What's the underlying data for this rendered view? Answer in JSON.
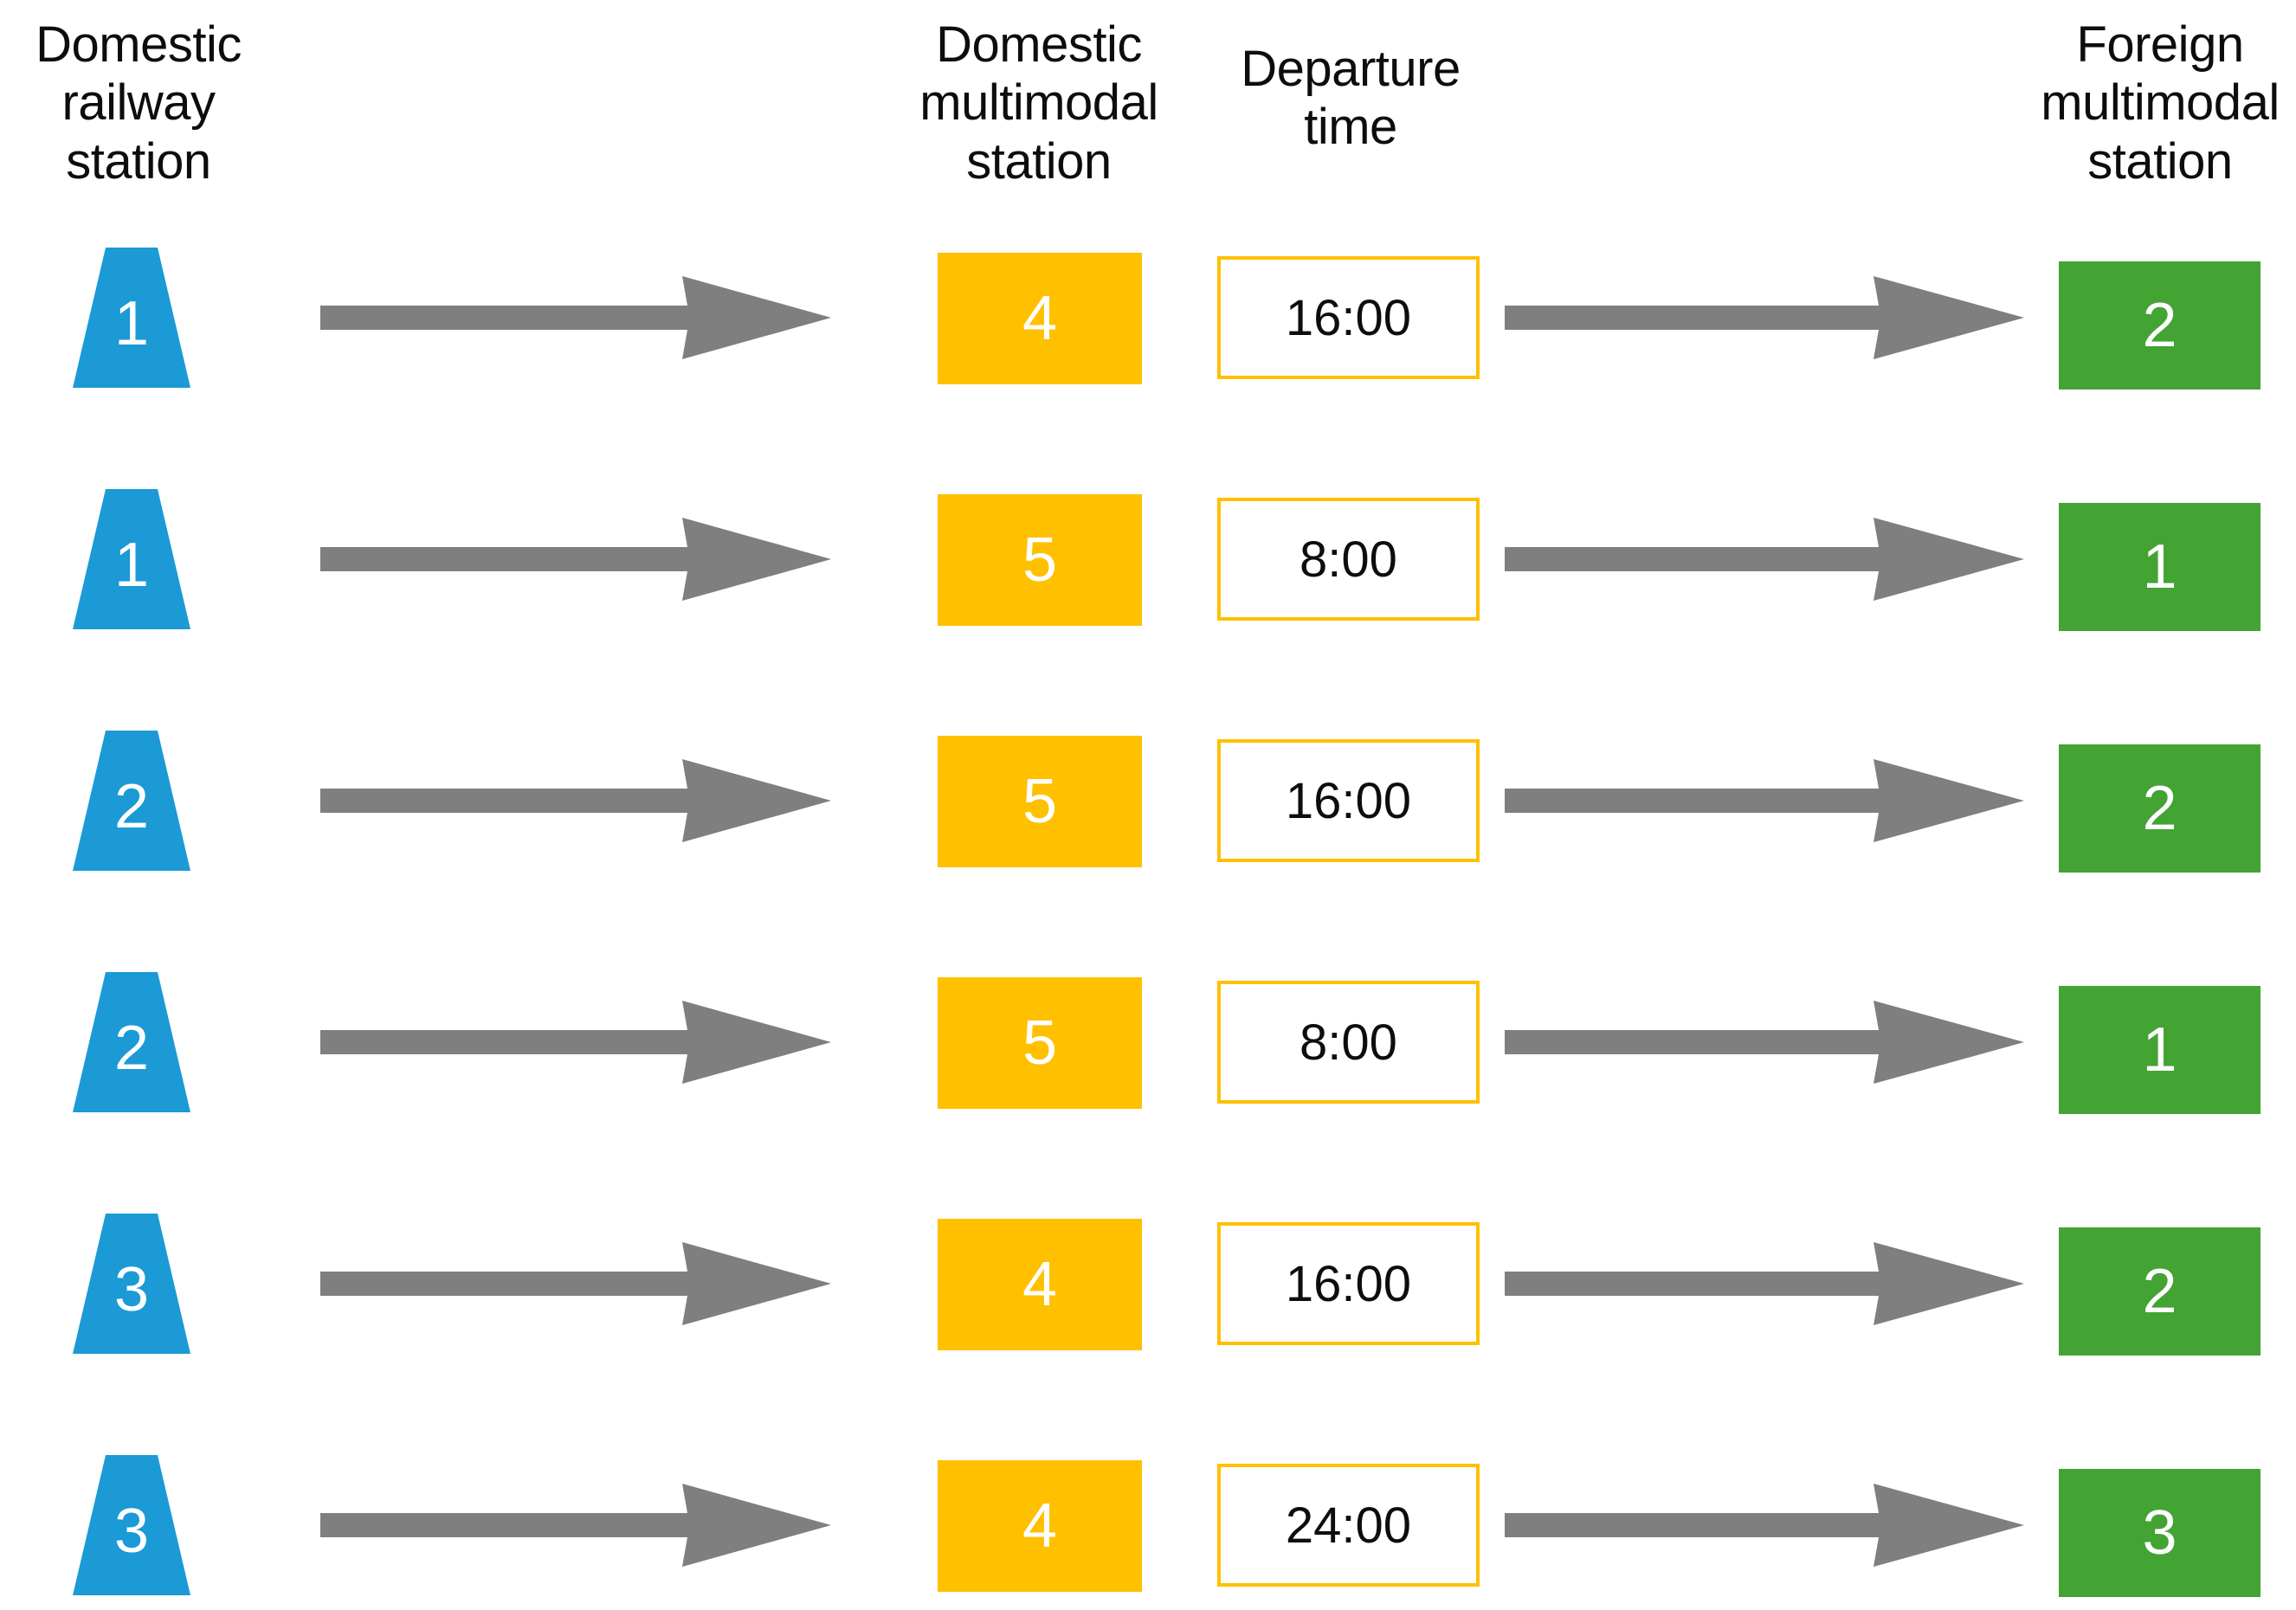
{
  "headers": {
    "domestic_railway_station": "Domestic\nrailway\nstation",
    "domestic_railway_station_lines": [
      "Domestic",
      "railway",
      "station"
    ],
    "domestic_multimodal_station": "Domestic\nmultimodal\nstation",
    "domestic_multimodal_station_lines": [
      "Domestic",
      "multimodal",
      "station"
    ],
    "departure_time": "Departure\ntime",
    "departure_time_lines": [
      "Departure",
      "time"
    ],
    "foreign_multimodal_station": "Foreign\nmultimodal\nstation",
    "foreign_multimodal_station_lines": [
      "Foreign",
      "multimodal",
      "station"
    ]
  },
  "colors": {
    "domestic_railway": "#1B9AD6",
    "domestic_multimodal": "#FFC000",
    "departure_border": "#FFC000",
    "departure_fill": "#FFFFFF",
    "foreign_multimodal": "#43A333",
    "arrow": "#7F7F7F",
    "text_dark": "#0D0D0D",
    "text_light": "#FFFFFF",
    "background": "#FFFFFF"
  },
  "rows": [
    {
      "railway_station": "1",
      "multimodal_station": "4",
      "departure_time": "16:00",
      "foreign_station": "2"
    },
    {
      "railway_station": "1",
      "multimodal_station": "5",
      "departure_time": "8:00",
      "foreign_station": "1"
    },
    {
      "railway_station": "2",
      "multimodal_station": "5",
      "departure_time": "16:00",
      "foreign_station": "2"
    },
    {
      "railway_station": "2",
      "multimodal_station": "5",
      "departure_time": "8:00",
      "foreign_station": "1"
    },
    {
      "railway_station": "3",
      "multimodal_station": "4",
      "departure_time": "16:00",
      "foreign_station": "2"
    },
    {
      "railway_station": "3",
      "multimodal_station": "4",
      "departure_time": "24:00",
      "foreign_station": "3"
    }
  ],
  "icons": {
    "arrow_right": "arrow-right-icon",
    "trapezoid": "trapezoid-station-icon"
  },
  "chart_data": {
    "type": "diagram",
    "title": "",
    "columns": [
      "Domestic railway station",
      "Domestic multimodal station",
      "Departure time",
      "Foreign multimodal station"
    ],
    "rows": [
      [
        "1",
        "4",
        "16:00",
        "2"
      ],
      [
        "1",
        "5",
        "8:00",
        "1"
      ],
      [
        "2",
        "5",
        "16:00",
        "2"
      ],
      [
        "2",
        "5",
        "8:00",
        "1"
      ],
      [
        "3",
        "4",
        "16:00",
        "2"
      ],
      [
        "3",
        "4",
        "24:00",
        "3"
      ]
    ]
  }
}
